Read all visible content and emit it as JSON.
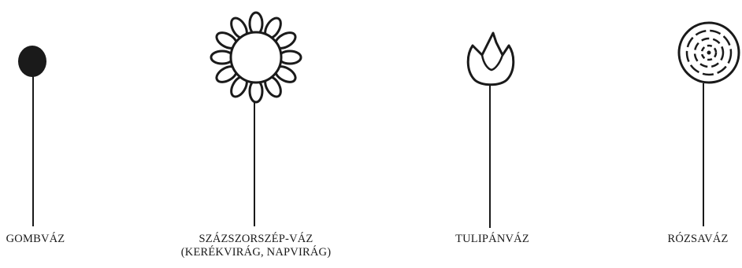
{
  "figures": [
    {
      "id": "gomb",
      "caption_lines": [
        "GOMBVÁZ"
      ]
    },
    {
      "id": "szazszorszep",
      "caption_lines": [
        "SZÁZSZORSZÉP-VÁZ",
        "(KERÉKVIRÁG, NAPVIRÁG)"
      ]
    },
    {
      "id": "tulipan",
      "caption_lines": [
        "TULIPÁNVÁZ"
      ]
    },
    {
      "id": "rozsa",
      "caption_lines": [
        "RÓZSAVÁZ"
      ]
    }
  ],
  "colors": {
    "ink": "#1a1a1a",
    "background": "#ffffff"
  }
}
